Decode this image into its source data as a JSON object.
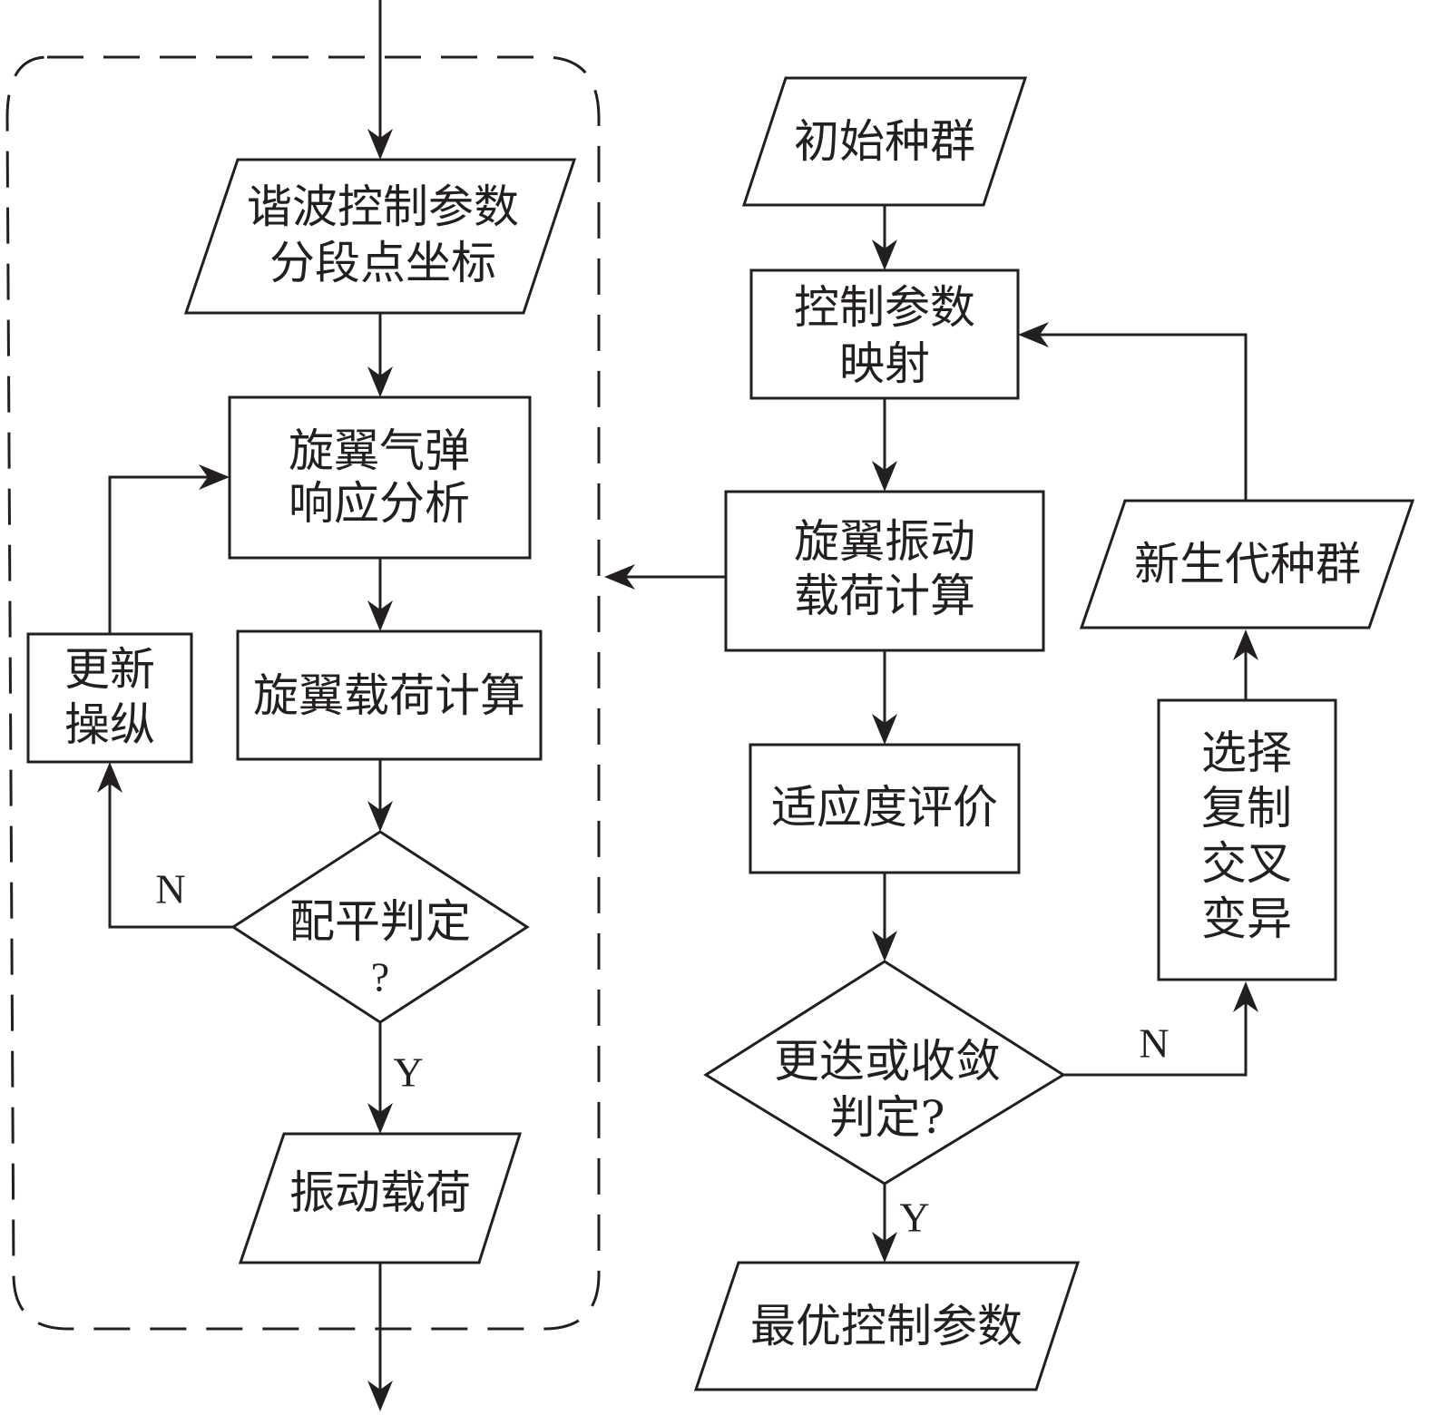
{
  "diagram": {
    "type": "flowchart",
    "left_module": {
      "description": "dashed-border submodule",
      "input": [
        "谐波控制参数",
        "分段点坐标"
      ],
      "aeroelastic": [
        "旋翼气弹",
        "响应分析"
      ],
      "load_calc": [
        "旋翼载荷计算"
      ],
      "update": [
        "更新",
        "操纵"
      ],
      "trim_decision": [
        "配平判定",
        "?"
      ],
      "output": [
        "振动载荷"
      ],
      "label_no": "N",
      "label_yes": "Y"
    },
    "right_flow": {
      "initial_population": [
        "初始种群"
      ],
      "param_mapping": [
        "控制参数",
        "映射"
      ],
      "vibration_calc": [
        "旋翼振动",
        "载荷计算"
      ],
      "fitness": [
        "适应度评价"
      ],
      "convergence_decision": [
        "更迭或收敛",
        "判定?"
      ],
      "optimal": [
        "最优控制参数"
      ],
      "genetic_ops": [
        "选择",
        "复制",
        "交叉",
        "变异"
      ],
      "new_population": [
        "新生代种群"
      ],
      "label_no": "N",
      "label_yes": "Y"
    }
  }
}
